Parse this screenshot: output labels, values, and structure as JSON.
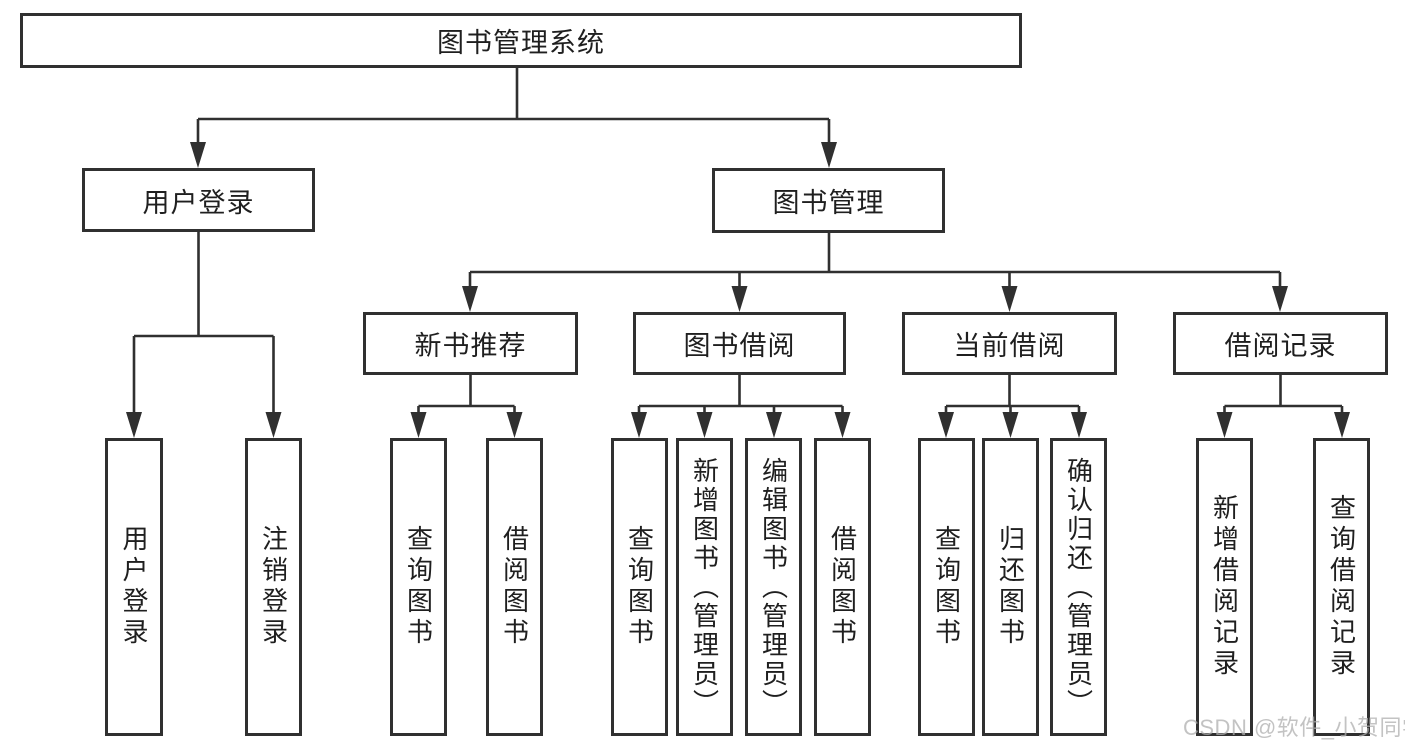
{
  "diagram": {
    "title": "图书管理系统",
    "type": "hierarchy-tree",
    "colors": {
      "line": "#303030",
      "box_border": "#303030",
      "text": "#1f1f1f",
      "background": "#ffffff",
      "watermark": "#b5b5b5"
    },
    "nodes": {
      "root": "图书管理系统",
      "user_login": "用户登录",
      "book_mgmt": "图书管理",
      "new_book_rec": "新书推荐",
      "book_borrow": "图书借阅",
      "current_borrow": "当前借阅",
      "borrow_record": "借阅记录",
      "ul_login": "用户登录",
      "ul_logout": "注销登录",
      "nbr_query": "查询图书",
      "nbr_borrow": "借阅图书",
      "bb_query": "查询图书",
      "bb_add": "新增图书（管理员）",
      "bb_edit": "编辑图书（管理员）",
      "bb_borrow": "借阅图书",
      "cb_query": "查询图书",
      "cb_return": "归还图书",
      "cb_confirm": "确认归还（管理员）",
      "br_add": "新增借阅记录",
      "br_query": "查询借阅记录"
    },
    "edges": [
      [
        "root",
        "user_login"
      ],
      [
        "root",
        "book_mgmt"
      ],
      [
        "user_login",
        "ul_login"
      ],
      [
        "user_login",
        "ul_logout"
      ],
      [
        "book_mgmt",
        "new_book_rec"
      ],
      [
        "book_mgmt",
        "book_borrow"
      ],
      [
        "book_mgmt",
        "current_borrow"
      ],
      [
        "book_mgmt",
        "borrow_record"
      ],
      [
        "new_book_rec",
        "nbr_query"
      ],
      [
        "new_book_rec",
        "nbr_borrow"
      ],
      [
        "book_borrow",
        "bb_query"
      ],
      [
        "book_borrow",
        "bb_add"
      ],
      [
        "book_borrow",
        "bb_edit"
      ],
      [
        "book_borrow",
        "bb_borrow"
      ],
      [
        "current_borrow",
        "cb_query"
      ],
      [
        "current_borrow",
        "cb_return"
      ],
      [
        "current_borrow",
        "cb_confirm"
      ],
      [
        "borrow_record",
        "br_add"
      ],
      [
        "borrow_record",
        "br_query"
      ]
    ],
    "watermark": "CSDN @软件_小贺同学"
  }
}
